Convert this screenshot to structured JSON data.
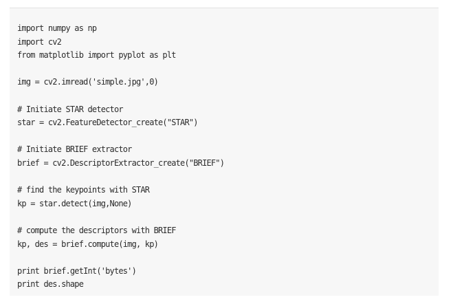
{
  "code": {
    "lines": [
      "import numpy as np",
      "import cv2",
      "from matplotlib import pyplot as plt",
      "",
      "img = cv2.imread('simple.jpg',0)",
      "",
      "# Initiate STAR detector",
      "star = cv2.FeatureDetector_create(\"STAR\")",
      "",
      "# Initiate BRIEF extractor",
      "brief = cv2.DescriptorExtractor_create(\"BRIEF\")",
      "",
      "# find the keypoints with STAR",
      "kp = star.detect(img,None)",
      "",
      "# compute the descriptors with BRIEF",
      "kp, des = brief.compute(img, kp)",
      "",
      "print brief.getInt('bytes')",
      "print des.shape"
    ]
  }
}
